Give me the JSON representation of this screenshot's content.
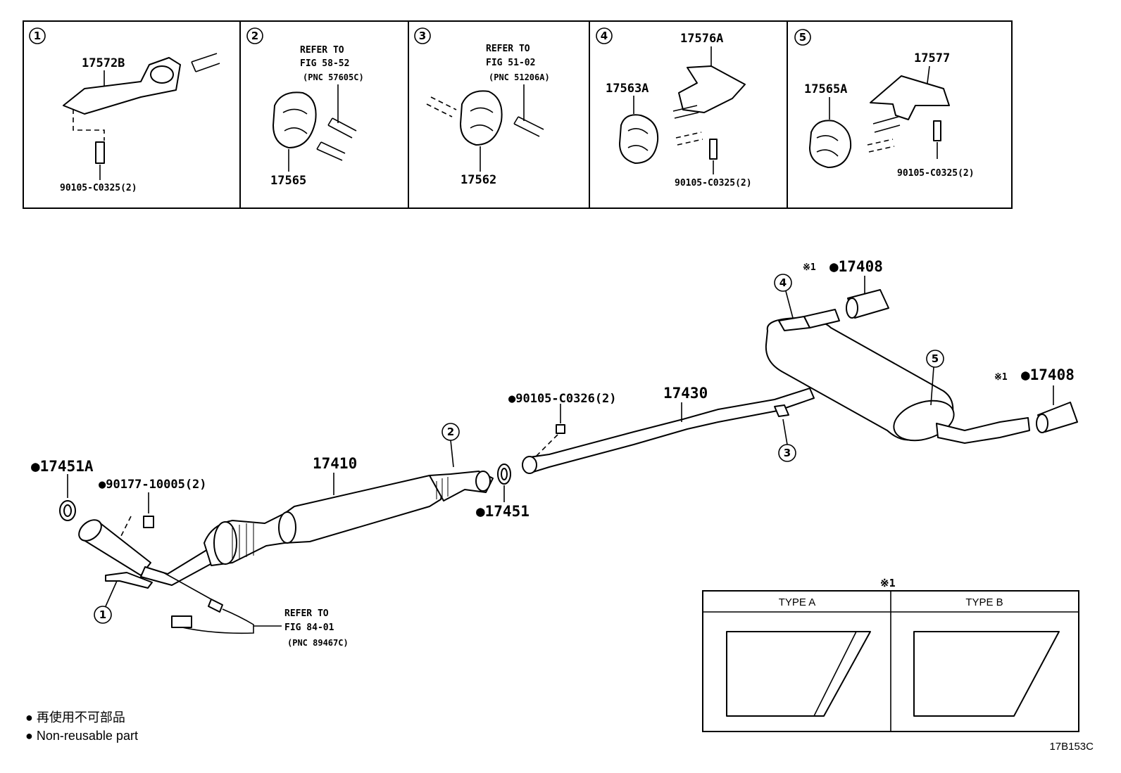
{
  "insets": [
    {
      "num": "1",
      "parts": [
        "17572B",
        "90105-C0325(2)"
      ],
      "refer": []
    },
    {
      "num": "2",
      "parts": [
        "17565"
      ],
      "refer": [
        "REFER TO",
        "FIG 58-52",
        "(PNC 57605C)"
      ]
    },
    {
      "num": "3",
      "parts": [
        "17562"
      ],
      "refer": [
        "REFER TO",
        "FIG 51-02",
        "(PNC 51206A)"
      ]
    },
    {
      "num": "4",
      "parts": [
        "17576A",
        "17563A",
        "90105-C0325(2)"
      ],
      "refer": []
    },
    {
      "num": "5",
      "parts": [
        "17577",
        "17565A",
        "90105-C0325(2)"
      ],
      "refer": []
    }
  ],
  "main": {
    "tip_upper": "●17408",
    "tip_lower": "●17408",
    "asterisk": "※1",
    "bolt_90105_c0326": "●90105-C0326(2)",
    "pipe_17430": "17430",
    "converter_17410": "17410",
    "gasket_17451a": "●17451A",
    "nut_90177": "●90177-10005(2)",
    "gasket_17451": "●17451",
    "sensor_refer": [
      "REFER TO",
      "FIG 84-01",
      "(PNC 89467C)"
    ],
    "callouts": [
      "1",
      "2",
      "3",
      "4",
      "5"
    ]
  },
  "type_table": {
    "mark": "※1",
    "type_a": "TYPE A",
    "type_b": "TYPE B"
  },
  "legend": {
    "jp": "● 再使用不可部品",
    "en": "● Non-reusable part"
  },
  "code": "17B153C"
}
